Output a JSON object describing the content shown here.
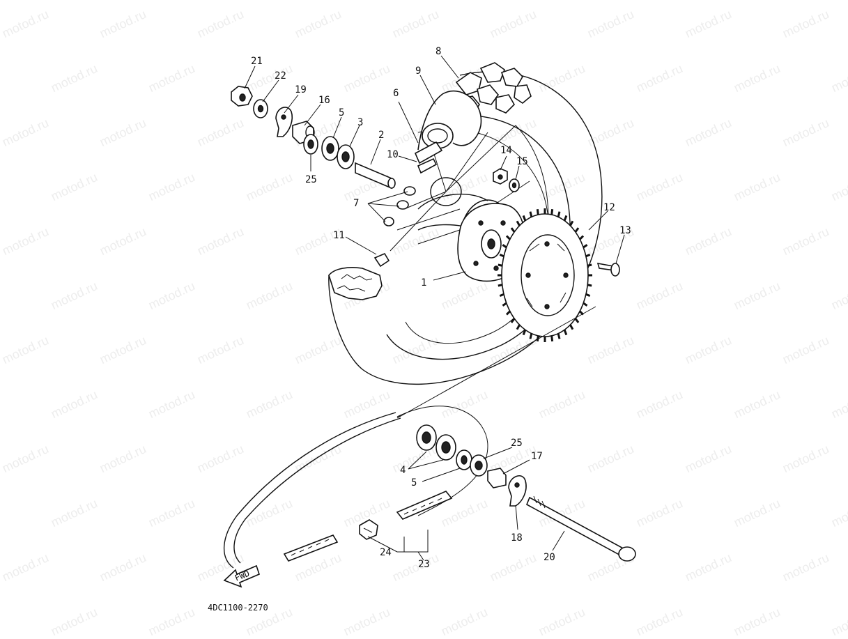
{
  "watermark": {
    "text": "motod.ru"
  },
  "diagram": {
    "code": "4DC1100-2270",
    "fwd_label": "FWD",
    "callouts": {
      "c1": "1",
      "c2": "2",
      "c3": "3",
      "c4": "4",
      "c5a": "5",
      "c5b": "5",
      "c6": "6",
      "c7": "7",
      "c8": "8",
      "c9": "9",
      "c10": "10",
      "c11": "11",
      "c12": "12",
      "c13": "13",
      "c14": "14",
      "c15": "15",
      "c16": "16",
      "c17": "17",
      "c18": "18",
      "c19": "19",
      "c20": "20",
      "c21": "21",
      "c22": "22",
      "c23": "23",
      "c24": "24",
      "c25a": "25",
      "c25b": "25"
    }
  }
}
